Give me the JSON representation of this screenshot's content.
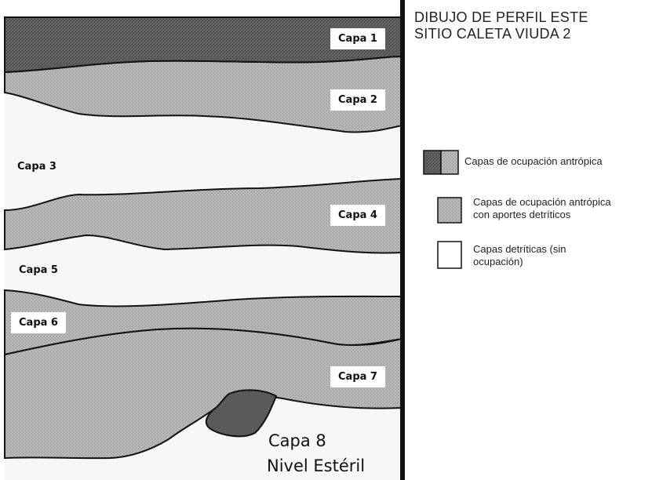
{
  "title": {
    "line1": "DIBUJO DE PERFIL ESTE",
    "line2": "SITIO CALETA VIUDA 2"
  },
  "layers": {
    "capa1": "Capa 1",
    "capa2": "Capa 2",
    "capa3": "Capa 3",
    "capa4": "Capa 4",
    "capa5": "Capa 5",
    "capa6": "Capa 6",
    "capa7": "Capa 7",
    "capa8": "Capa 8",
    "capa8_sub": "Nivel Estéril"
  },
  "legend": {
    "item1": "Capas de ocupación antrópica",
    "item2_line1": "Capas de ocupación antrópica",
    "item2_line2": "con aportes detríticos",
    "item3_line1": "Capas detríticas (sin",
    "item3_line2": "ocupación)"
  },
  "colors": {
    "dark_occupation": "#5f5f5f",
    "medium_occupation": "#b8b8b8",
    "detritic": "#f6f6f6",
    "outline": "#111111"
  }
}
